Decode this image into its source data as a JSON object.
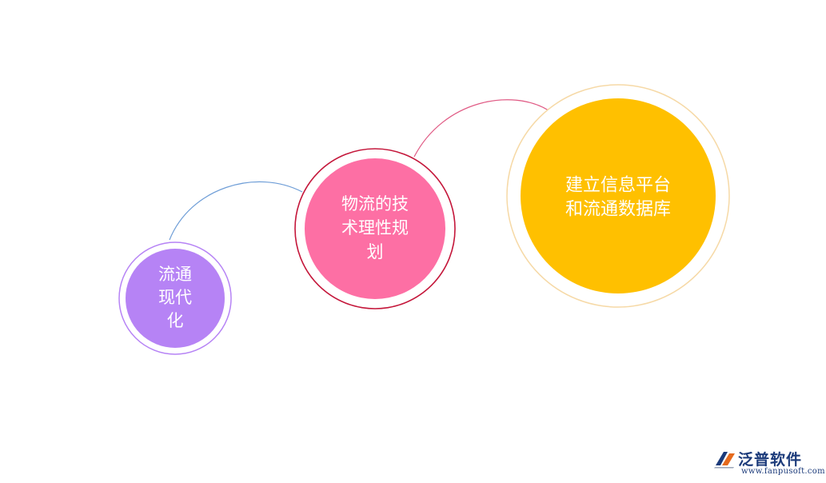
{
  "diagram": {
    "nodes": [
      {
        "id": "modernization",
        "lines": [
          "流通",
          "现代",
          "化"
        ],
        "fill": "#b683f5",
        "ring": "#b683f5"
      },
      {
        "id": "logistics-planning",
        "lines": [
          "物流的技",
          "术理性规",
          "划"
        ],
        "fill": "#fd6fa4",
        "ring": "#c4163a"
      },
      {
        "id": "info-platform",
        "lines": [
          "建立信息平台",
          "和流通数据库"
        ],
        "fill": "#ffc000",
        "ring": "#f6d9a6"
      }
    ],
    "connectors": [
      {
        "from": "modernization",
        "to": "logistics-planning",
        "color": "#6f9ed7"
      },
      {
        "from": "logistics-planning",
        "to": "info-platform",
        "color": "#e05a84"
      }
    ]
  },
  "logo": {
    "name": "泛普软件",
    "url": "www.fanpusoft.com",
    "name_color": "#1b3a7a",
    "url_color": "#1b3a7a",
    "mark_colors": [
      "#1b3a7a",
      "#e56a1e",
      "#9aa4b8"
    ]
  }
}
